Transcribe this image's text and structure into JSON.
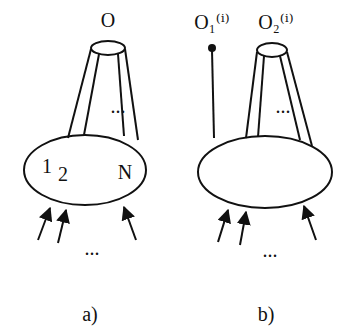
{
  "diagram": {
    "nodes": [
      {
        "text": [
          "1",
          "2",
          "N"
        ]
      }
    ],
    "labels": [
      "O",
      "...",
      "...",
      "O₁⁽ⁱ⁾",
      "O₂⁽ⁱ⁾",
      "...",
      "...",
      "a)",
      "b)"
    ]
  }
}
